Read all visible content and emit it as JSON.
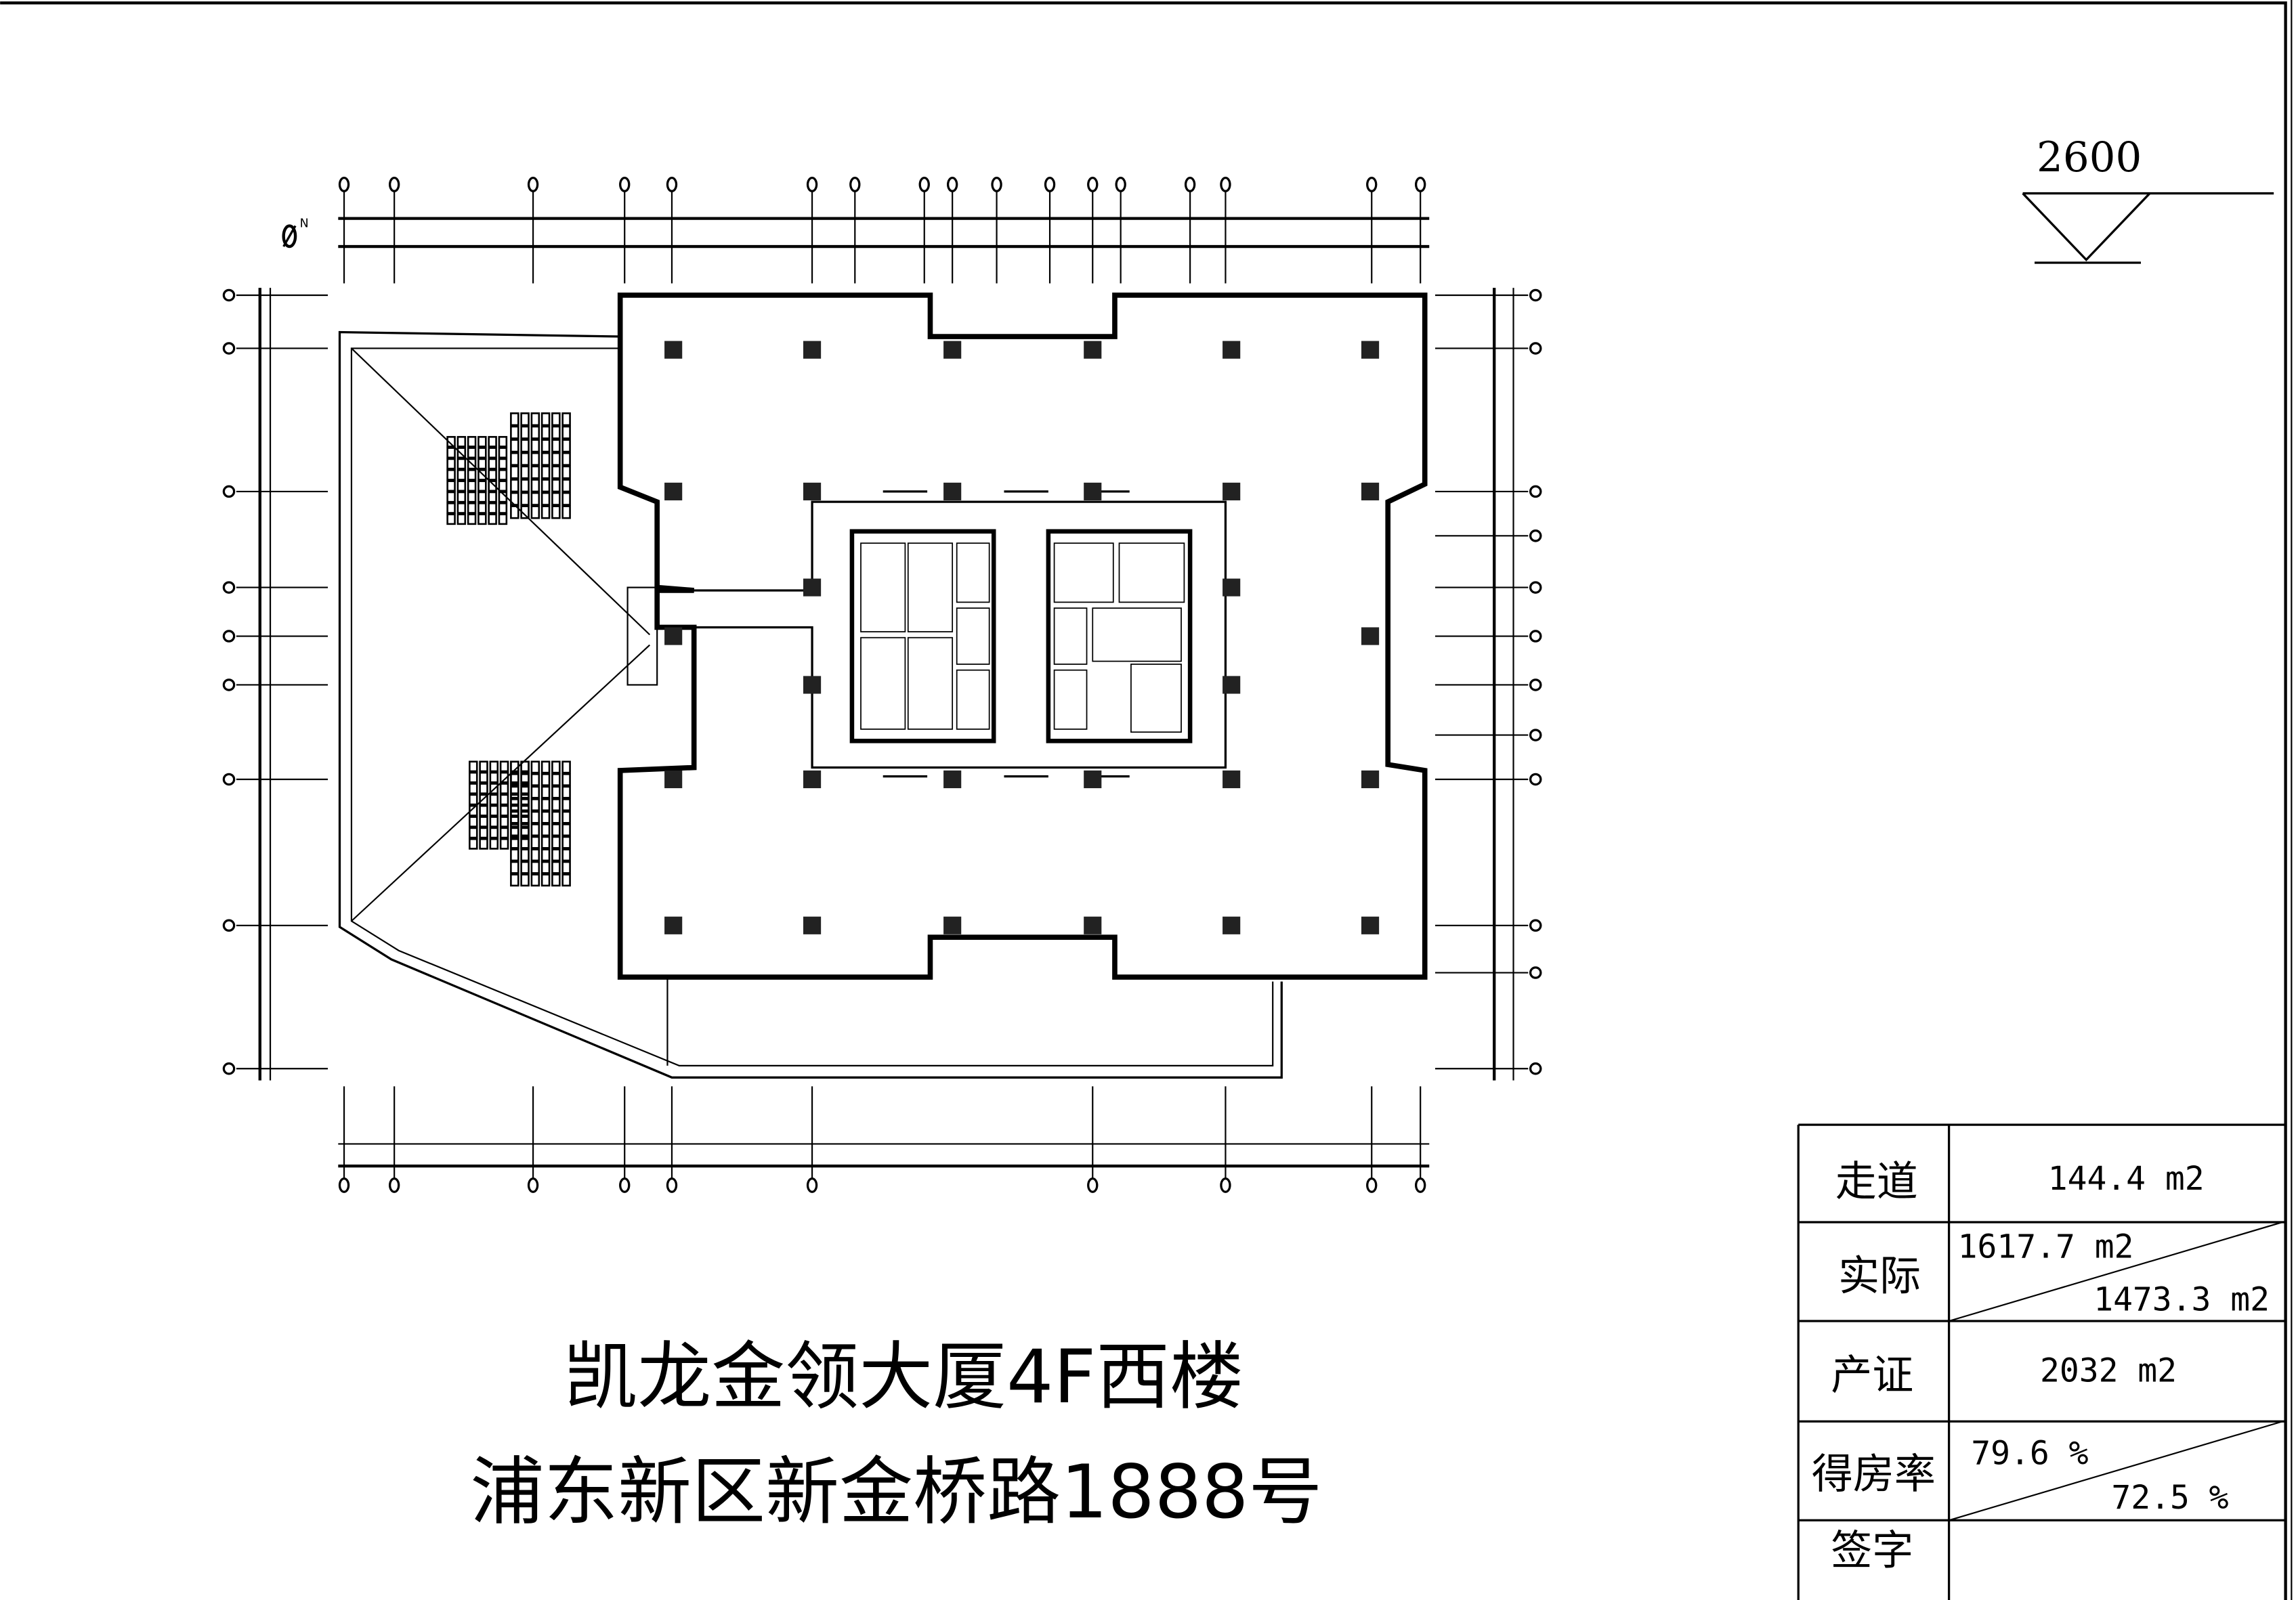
{
  "title": {
    "line1": "凯龙金领大厦4F西楼",
    "line2": "浦东新区新金桥路1888号"
  },
  "elevation_mark": "2600",
  "north_label": "N",
  "area_table": {
    "rows": [
      {
        "label": "走道",
        "value": "144.4 m2"
      },
      {
        "label": "实际",
        "value_upper": "1617.7 m2",
        "value_lower": "1473.3 m2"
      },
      {
        "label": "产证",
        "value": "2032 m2"
      },
      {
        "label": "得房率",
        "value_upper": "79.6 %",
        "value_lower": "72.5 %"
      },
      {
        "label": "签字",
        "value": ""
      }
    ]
  }
}
